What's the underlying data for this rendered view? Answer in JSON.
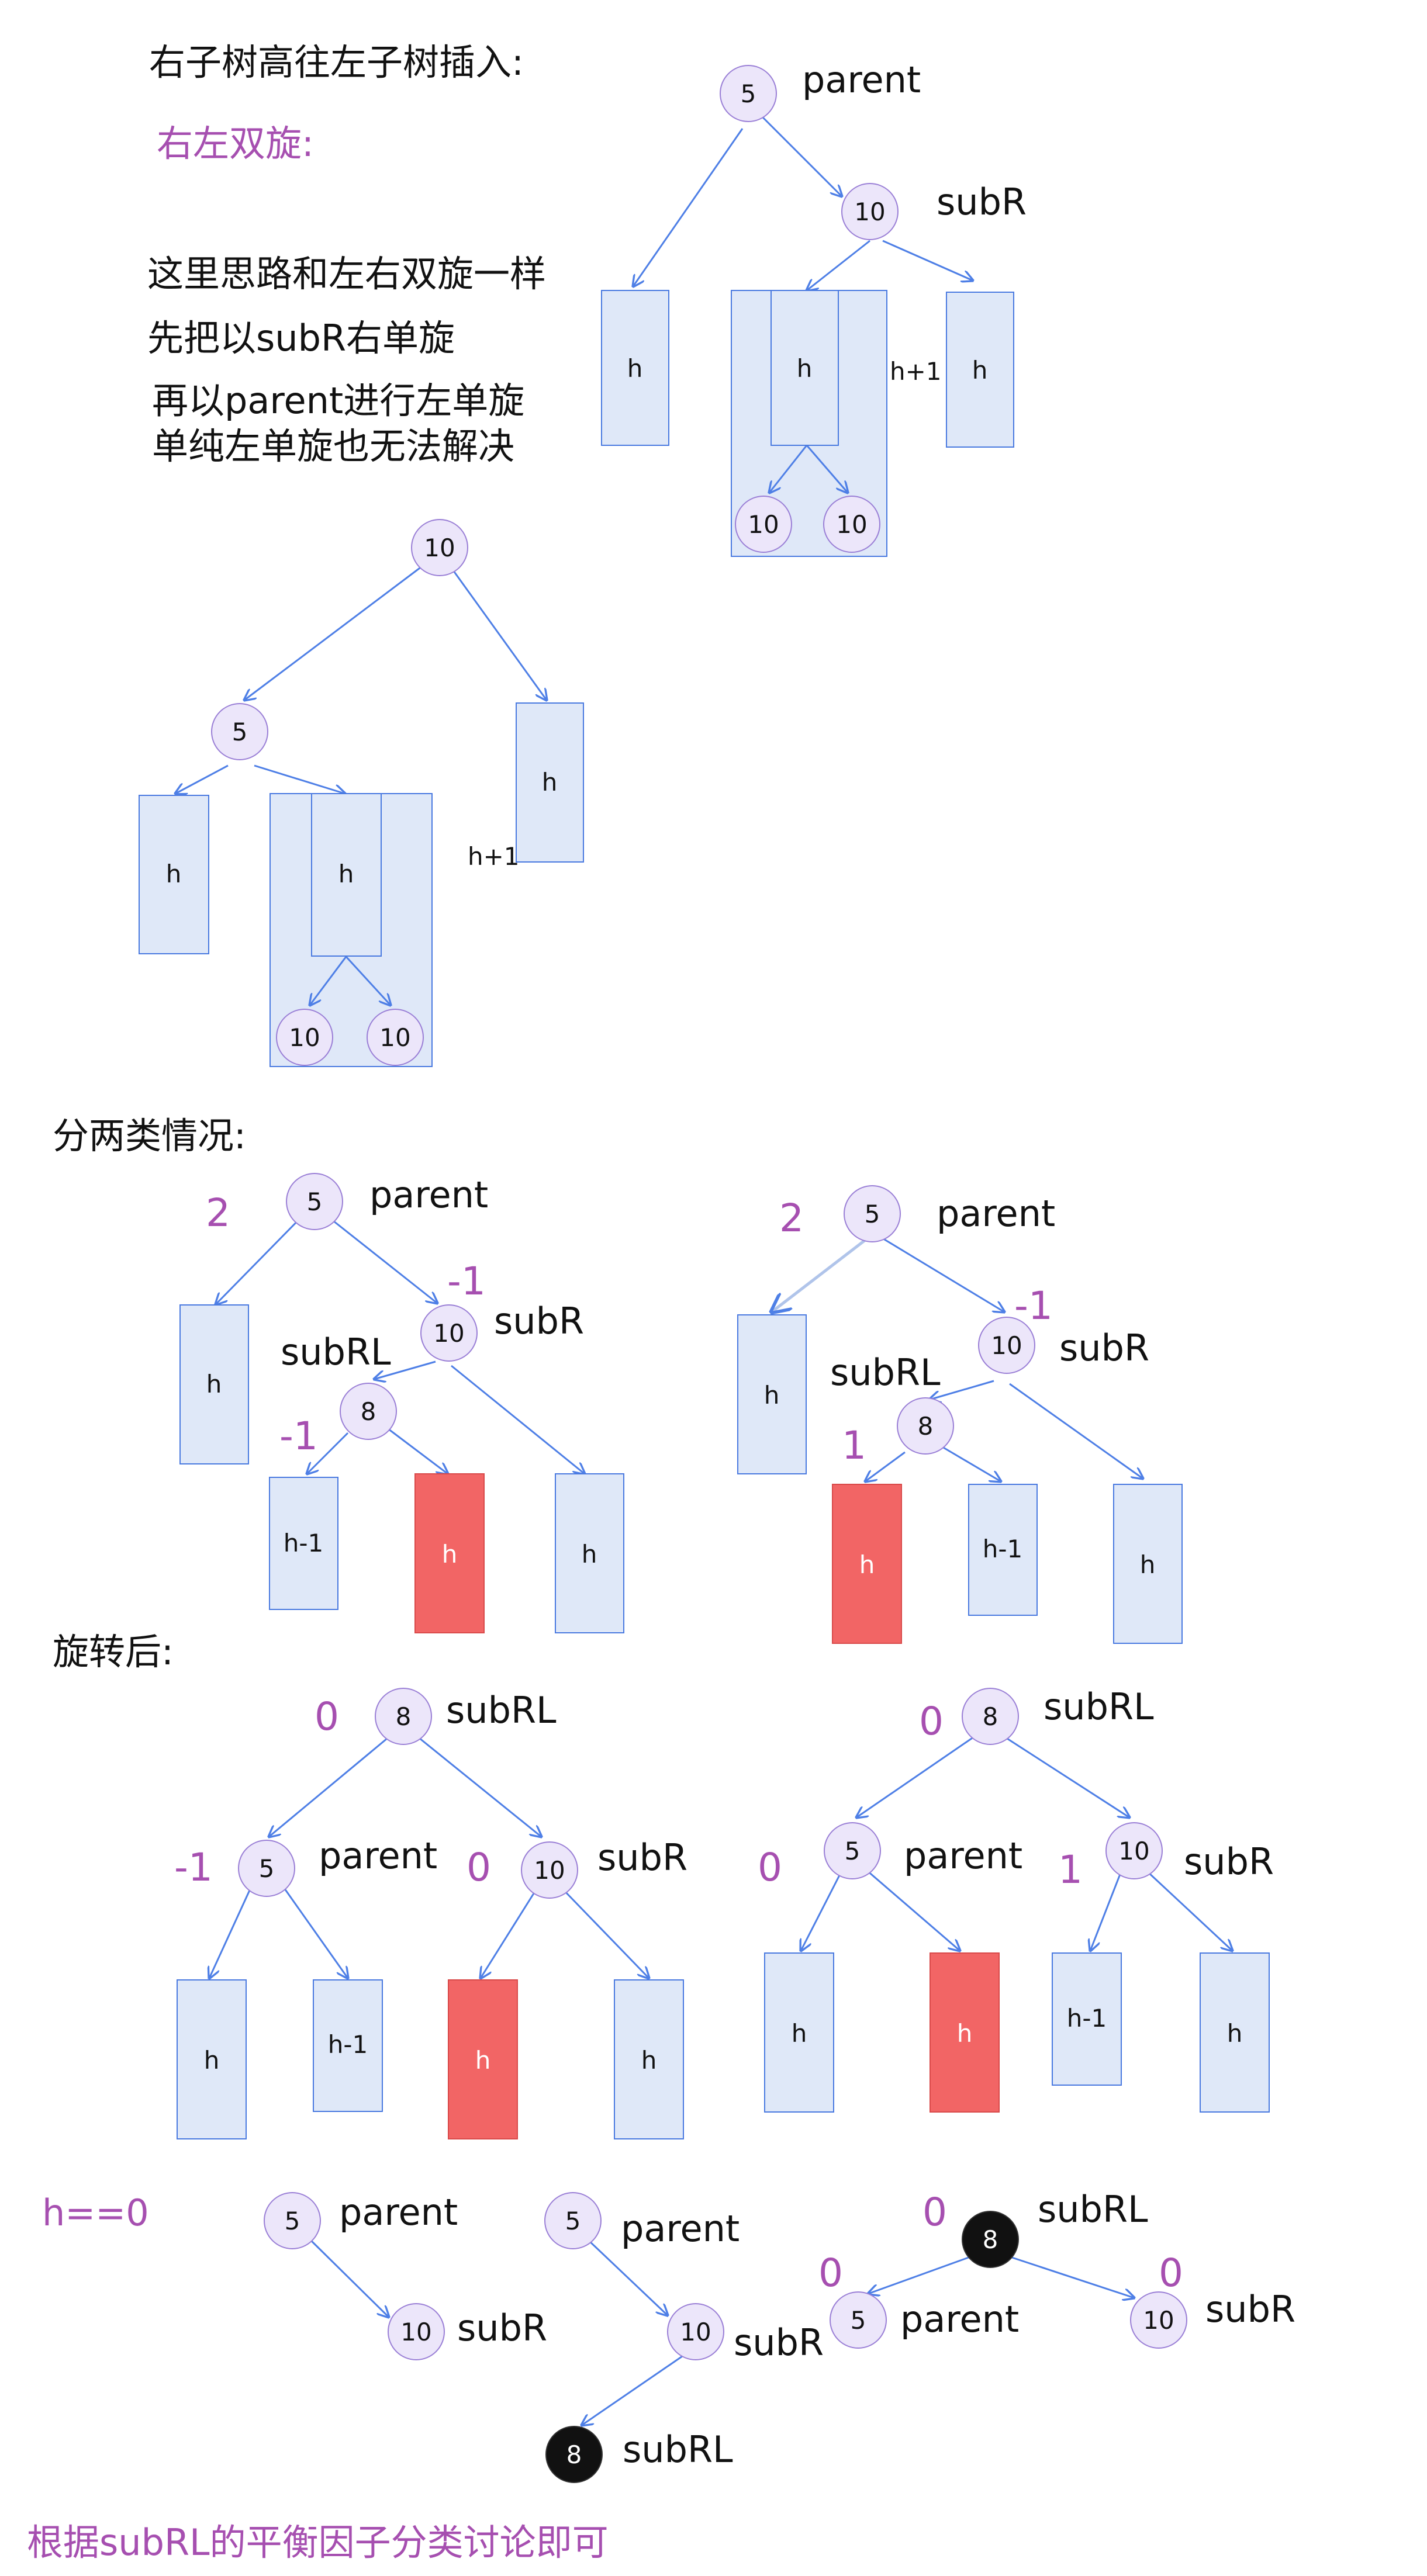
{
  "notes": {
    "heading1": "右子树高往左子树插入:",
    "heading2": "右左双旋:",
    "line1": "这里思路和左右双旋一样",
    "line2": "先把以subR右单旋",
    "line3": "再以parent进行左单旋",
    "line4": "单纯左单旋也无法解决",
    "cases": "分两类情况:",
    "after": "旋转后:",
    "hzero": "h==0",
    "footer": "根据subRL的平衡因子分类讨论即可"
  },
  "labels": {
    "parent": "parent",
    "subR": "subR",
    "subRL": "subRL",
    "h": "h",
    "h1": "h-1",
    "hp1": "h+1"
  },
  "values": {
    "n5": "5",
    "n8": "8",
    "n10": "10"
  },
  "balance": {
    "two": "2",
    "minus1": "-1",
    "one": "1",
    "zero": "0"
  },
  "colors": {
    "node_fill": "#ece6fa",
    "node_stroke": "#9a7fd6",
    "box_fill": "#dfe8f8",
    "box_stroke": "#4a7ae0",
    "red": "#f26565",
    "edge": "#4e7fe6",
    "purple_text": "#a64fb0",
    "black_node": "#111111"
  }
}
